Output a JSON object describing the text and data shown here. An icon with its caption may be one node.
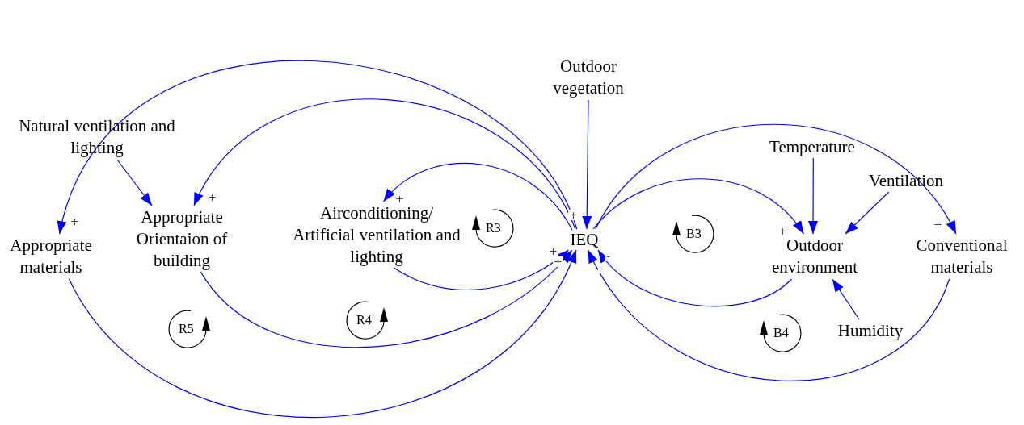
{
  "diagram": {
    "nodes": [
      {
        "text": [
          "IEQ"
        ]
      },
      {
        "text": [
          "Outdoor vegetation"
        ]
      },
      {
        "text": [
          "Natural ventilation and lighting"
        ]
      },
      {
        "text": [
          "Appropriate materials"
        ]
      },
      {
        "text": [
          "Appropriate Orientaion of building"
        ]
      },
      {
        "text": [
          "Airconditioning/ Artificial ventilation and lighting"
        ]
      },
      {
        "text": [
          "Temperature"
        ]
      },
      {
        "text": [
          "Ventilation"
        ]
      },
      {
        "text": [
          "Outdoor environment"
        ]
      },
      {
        "text": [
          "Conventional materials"
        ]
      },
      {
        "text": [
          "Humidity"
        ]
      }
    ],
    "edges": [
      {
        "from": 1,
        "to": 0,
        "arrow": "to",
        "label": "+"
      },
      {
        "from": 2,
        "to": 4,
        "arrow": "to"
      },
      {
        "from": 0,
        "to": 3,
        "arrow": "to",
        "label": "+"
      },
      {
        "from": 0,
        "to": 4,
        "arrow": "to",
        "label": "+"
      },
      {
        "from": 0,
        "to": 5,
        "arrow": "to",
        "label": "+"
      },
      {
        "from": 5,
        "to": 0,
        "arrow": "to",
        "label": "+"
      },
      {
        "from": 4,
        "to": 0,
        "arrow": "to",
        "label": "+"
      },
      {
        "from": 3,
        "to": 0,
        "arrow": "to"
      },
      {
        "from": 0,
        "to": 8,
        "arrow": "to",
        "label": "+"
      },
      {
        "from": 0,
        "to": 9,
        "arrow": "to",
        "label": "+"
      },
      {
        "from": 6,
        "to": 8,
        "arrow": "to"
      },
      {
        "from": 7,
        "to": 8,
        "arrow": "to"
      },
      {
        "from": 10,
        "to": 8,
        "arrow": "to"
      },
      {
        "from": 8,
        "to": 0,
        "arrow": "to",
        "label": "-"
      },
      {
        "from": 9,
        "to": 0,
        "arrow": "to",
        "label": "-"
      }
    ],
    "labels": [
      "R3",
      "B3",
      "R4",
      "R5",
      "B4"
    ]
  }
}
